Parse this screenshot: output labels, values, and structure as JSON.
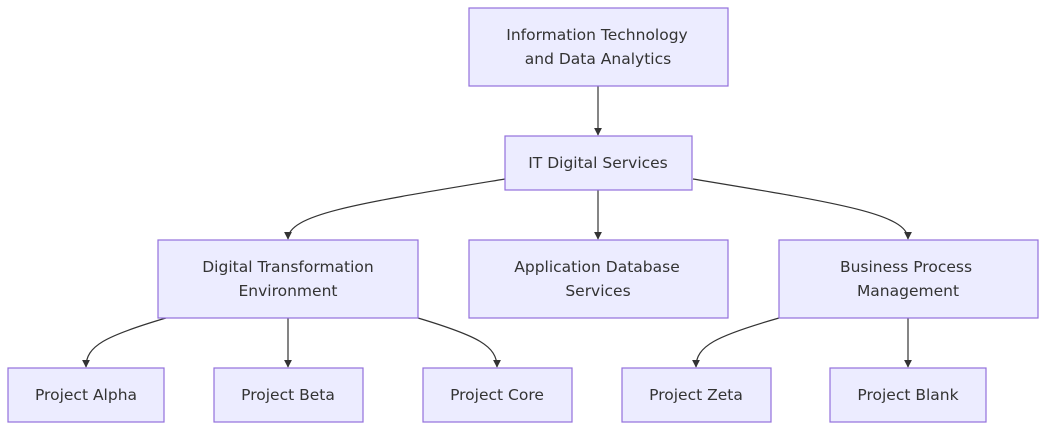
{
  "diagram": {
    "nodes": {
      "root": {
        "lines": [
          "Information Technology",
          "and Data Analytics"
        ]
      },
      "it": {
        "lines": [
          "IT Digital Services"
        ]
      },
      "dte": {
        "lines": [
          "Digital Transformation",
          "Environment"
        ]
      },
      "ads": {
        "lines": [
          "Application Database",
          "Services"
        ]
      },
      "bpm": {
        "lines": [
          "Business Process",
          "Management"
        ]
      },
      "alpha": {
        "lines": [
          "Project Alpha"
        ]
      },
      "beta": {
        "lines": [
          "Project Beta"
        ]
      },
      "core": {
        "lines": [
          "Project Core"
        ]
      },
      "zeta": {
        "lines": [
          "Project Zeta"
        ]
      },
      "blank": {
        "lines": [
          "Project Blank"
        ]
      }
    },
    "edges": [
      [
        "root",
        "it"
      ],
      [
        "it",
        "dte"
      ],
      [
        "it",
        "ads"
      ],
      [
        "it",
        "bpm"
      ],
      [
        "dte",
        "alpha"
      ],
      [
        "dte",
        "beta"
      ],
      [
        "dte",
        "core"
      ],
      [
        "bpm",
        "zeta"
      ],
      [
        "bpm",
        "blank"
      ]
    ],
    "colors": {
      "node_fill": "#ececff",
      "node_stroke": "#9370db",
      "edge": "#333333",
      "text": "#333333"
    }
  }
}
